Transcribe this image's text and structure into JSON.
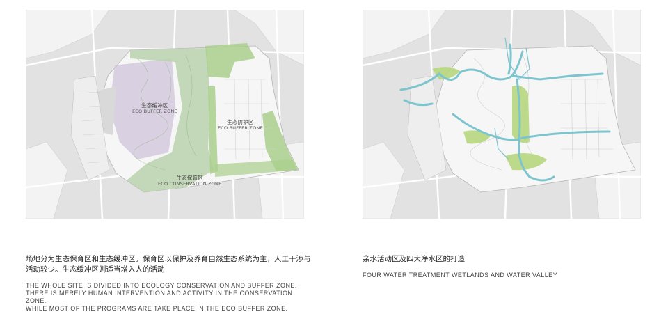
{
  "left_map": {
    "labels": {
      "buffer_zone_west": {
        "zh": "生态缓冲区",
        "en": "ECO BUFFER ZONE"
      },
      "buffer_zone_east": {
        "zh": "生态防护区",
        "en": "ECO BUFFER ZONE"
      },
      "conservation_zone": {
        "zh": "生态保育区",
        "en": "ECO CONSERVATION ZONE"
      }
    },
    "colors": {
      "conservation": "#b9d2ad",
      "buffer": "#cfc3da",
      "buffer_east": "#a9cf8c"
    }
  },
  "right_map": {
    "colors": {
      "water": "#7cc5cf",
      "wetland": "#b6d77e"
    }
  },
  "captions": {
    "left": {
      "zh": "场地分为生态保育区和生态缓冲区。保育区以保护及养育自然生态系统为主，人工干涉与活动较少。生态缓冲区则适当增入人的活动",
      "en_lines": [
        "THE WHOLE SITE IS DIVIDED INTO ECOLOGY CONSERVATION AND BUFFER ZONE.",
        "THERE IS MERELY HUMAN INTERVENTION AND ACTIVITY IN THE CONSERVATION ZONE.",
        "WHILE MOST OF THE PROGRAMS ARE  TAKE PLACE IN THE ECO BUFFER ZONE."
      ]
    },
    "right": {
      "zh": "亲水活动区及四大净水区的打造",
      "en": "FOUR WATER TREATMENT WETLANDS AND WATER VALLEY"
    }
  }
}
